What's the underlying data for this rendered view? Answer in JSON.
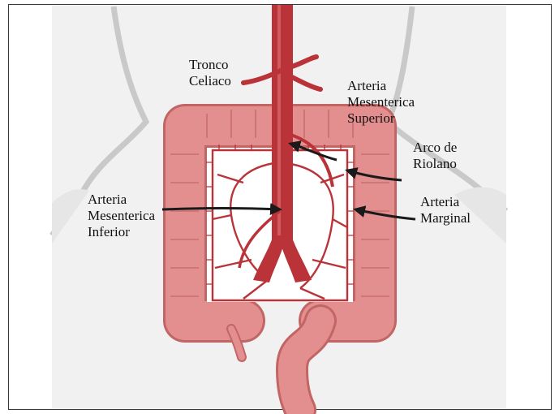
{
  "colors": {
    "body_background": "#f1f1f1",
    "body_outline": "#c9c9c9",
    "colon": "#e48f8f",
    "colon_outline": "#c26565",
    "artery": "#b93339",
    "artery_dark": "#8f1f26",
    "arrow": "#1a1a1a"
  },
  "labels": {
    "tronco_celiaco": [
      "Tronco",
      "Celiaco"
    ],
    "mesenterica_superior": [
      "Arteria",
      "Mesenterica",
      "Superior"
    ],
    "arco_riolano": [
      "Arco de",
      "Riolano"
    ],
    "arteria_marginal": [
      "Arteria",
      "Marginal"
    ],
    "mesenterica_inferior": [
      "Arteria",
      "Mesenterica",
      "Inferior"
    ]
  },
  "icons": [
    "arrow-icon"
  ]
}
